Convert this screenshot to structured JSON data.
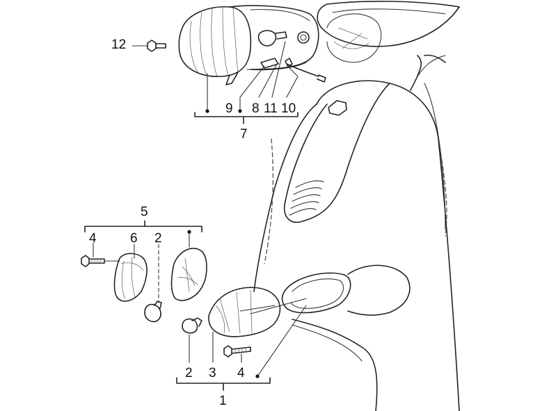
{
  "diagram": {
    "callouts": {
      "c12": "12",
      "c9": "9",
      "c8": "8",
      "c11": "11",
      "c10": "10",
      "c7": "7",
      "c5": "5",
      "c4a": "4",
      "c6": "6",
      "c2a": "2",
      "c2b": "2",
      "c3": "3",
      "c4b": "4",
      "c1": "1"
    }
  }
}
